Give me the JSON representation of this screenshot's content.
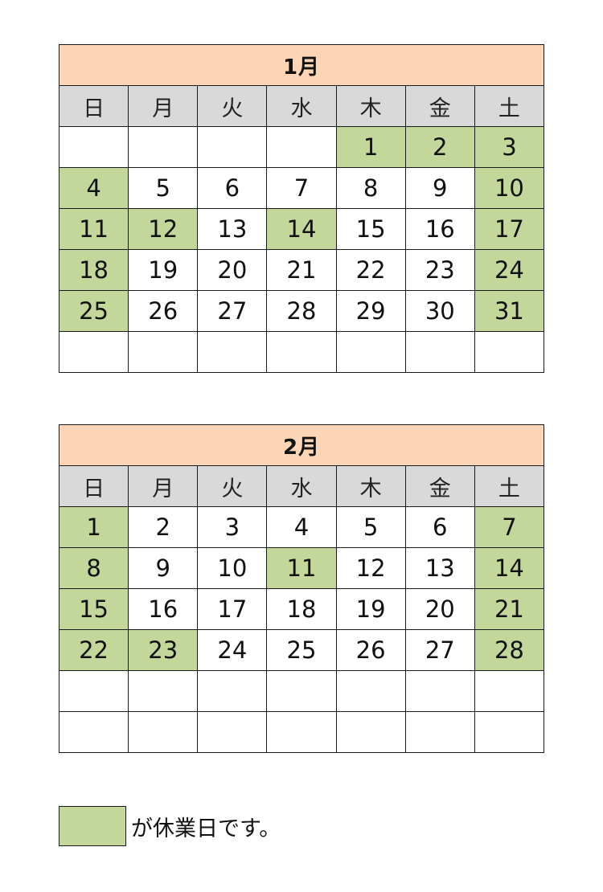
{
  "calendars": [
    {
      "title": "1月",
      "weekdays": [
        "日",
        "月",
        "火",
        "水",
        "木",
        "金",
        "土"
      ],
      "weeks": [
        [
          {
            "d": ""
          },
          {
            "d": ""
          },
          {
            "d": ""
          },
          {
            "d": ""
          },
          {
            "d": "1",
            "h": true
          },
          {
            "d": "2",
            "h": true
          },
          {
            "d": "3",
            "h": true
          }
        ],
        [
          {
            "d": "4",
            "h": true
          },
          {
            "d": "5"
          },
          {
            "d": "6"
          },
          {
            "d": "7"
          },
          {
            "d": "8"
          },
          {
            "d": "9"
          },
          {
            "d": "10",
            "h": true
          }
        ],
        [
          {
            "d": "11",
            "h": true
          },
          {
            "d": "12",
            "h": true
          },
          {
            "d": "13"
          },
          {
            "d": "14",
            "h": true
          },
          {
            "d": "15"
          },
          {
            "d": "16"
          },
          {
            "d": "17",
            "h": true
          }
        ],
        [
          {
            "d": "18",
            "h": true
          },
          {
            "d": "19"
          },
          {
            "d": "20"
          },
          {
            "d": "21"
          },
          {
            "d": "22"
          },
          {
            "d": "23"
          },
          {
            "d": "24",
            "h": true
          }
        ],
        [
          {
            "d": "25",
            "h": true
          },
          {
            "d": "26"
          },
          {
            "d": "27"
          },
          {
            "d": "28"
          },
          {
            "d": "29"
          },
          {
            "d": "30"
          },
          {
            "d": "31",
            "h": true
          }
        ],
        [
          {
            "d": ""
          },
          {
            "d": ""
          },
          {
            "d": ""
          },
          {
            "d": ""
          },
          {
            "d": ""
          },
          {
            "d": ""
          },
          {
            "d": ""
          }
        ]
      ]
    },
    {
      "title": "2月",
      "weekdays": [
        "日",
        "月",
        "火",
        "水",
        "木",
        "金",
        "土"
      ],
      "weeks": [
        [
          {
            "d": "1",
            "h": true
          },
          {
            "d": "2"
          },
          {
            "d": "3"
          },
          {
            "d": "4"
          },
          {
            "d": "5"
          },
          {
            "d": "6"
          },
          {
            "d": "7",
            "h": true
          }
        ],
        [
          {
            "d": "8",
            "h": true
          },
          {
            "d": "9"
          },
          {
            "d": "10"
          },
          {
            "d": "11",
            "h": true
          },
          {
            "d": "12"
          },
          {
            "d": "13"
          },
          {
            "d": "14",
            "h": true
          }
        ],
        [
          {
            "d": "15",
            "h": true
          },
          {
            "d": "16"
          },
          {
            "d": "17"
          },
          {
            "d": "18"
          },
          {
            "d": "19"
          },
          {
            "d": "20"
          },
          {
            "d": "21",
            "h": true
          }
        ],
        [
          {
            "d": "22",
            "h": true
          },
          {
            "d": "23",
            "h": true
          },
          {
            "d": "24"
          },
          {
            "d": "25"
          },
          {
            "d": "26"
          },
          {
            "d": "27"
          },
          {
            "d": "28",
            "h": true
          }
        ],
        [
          {
            "d": ""
          },
          {
            "d": ""
          },
          {
            "d": ""
          },
          {
            "d": ""
          },
          {
            "d": ""
          },
          {
            "d": ""
          },
          {
            "d": ""
          }
        ],
        [
          {
            "d": ""
          },
          {
            "d": ""
          },
          {
            "d": ""
          },
          {
            "d": ""
          },
          {
            "d": ""
          },
          {
            "d": ""
          },
          {
            "d": ""
          }
        ]
      ]
    }
  ],
  "legend": {
    "text": "が休業日です。"
  },
  "colors": {
    "header_bg": "#fbd5b5",
    "weekday_bg": "#d9d9d9",
    "holiday_bg": "#c4d79b",
    "border": "#1a1a1a"
  }
}
